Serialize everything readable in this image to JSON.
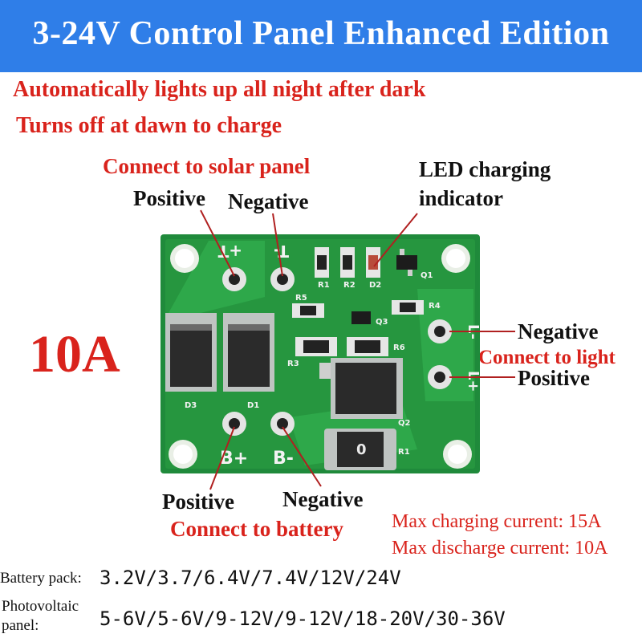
{
  "header": {
    "title": "3-24V Control Panel Enhanced Edition"
  },
  "features": [
    "Automatically lights up all night after dark",
    "Turns off at dawn to charge"
  ],
  "current_rating": "10A",
  "solar": {
    "heading": "Connect to solar panel",
    "positive": "Positive",
    "negative": "Negative"
  },
  "led_indicator": {
    "line1": "LED charging",
    "line2": "indicator"
  },
  "light": {
    "negative": "Negative",
    "heading": "Connect to light",
    "positive": "Positive"
  },
  "battery": {
    "positive": "Positive",
    "negative": "Negative",
    "heading": "Connect to battery"
  },
  "specs": {
    "max_charge": "Max charging current: 15A",
    "max_discharge": "Max discharge current: 10A"
  },
  "compat": {
    "battery_label": "Battery pack:",
    "battery_values": "3.2V/3.7/6.4V/7.4V/12V/24V",
    "pv_label_1": "Photovoltaic",
    "pv_label_2": "panel:",
    "pv_values": "5-6V/5-6V/9-12V/9-12V/18-20V/30-36V"
  },
  "board": {
    "silk_t_plus": "+T",
    "silk_t_minus": "T-",
    "silk_b_plus": "B+",
    "silk_b_minus": "B-",
    "silk_l_minus": "L-",
    "silk_l_plus": "L+",
    "ref_r1": "R1",
    "ref_r2": "R2",
    "ref_d2": "D2",
    "ref_q1": "Q1",
    "ref_r5": "R5",
    "ref_r4": "R4",
    "ref_q3": "Q3",
    "ref_r3": "R3",
    "ref_r6": "R6",
    "ref_d3": "D3",
    "ref_d1": "D1",
    "ref_q2": "Q2",
    "ref_r1b": "R1",
    "shunt_mark": "0"
  },
  "colors": {
    "banner": "#2f7ee8",
    "accent_red": "#d9231c",
    "pcb_green": "#1f8a3b"
  }
}
